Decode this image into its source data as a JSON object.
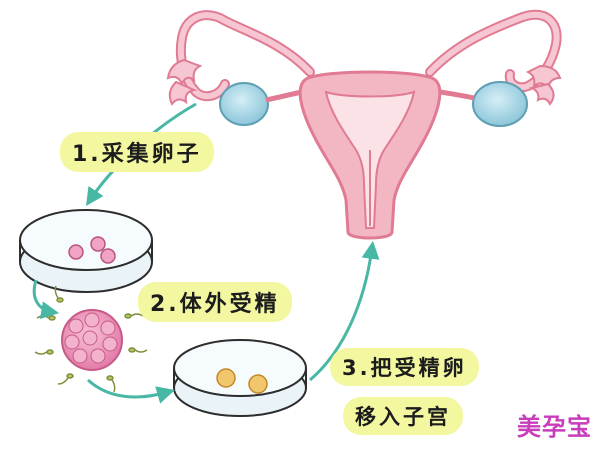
{
  "steps": {
    "step1": "1.采集卵子",
    "step2": "2.体外受精",
    "step3_line1": "3.把受精卵",
    "step3_line2": "移入子宫"
  },
  "watermark": "美孕宝",
  "colors": {
    "uterus": "#f3b7c3",
    "uterus_outline": "#e07b93",
    "ovary": "#a9d7e6",
    "dish": "#e9f3f8",
    "egg": "#f1a3c6",
    "embryo": "#f2c66d",
    "arrow": "#48b7a3",
    "label_bg": "#f3f7a0"
  }
}
